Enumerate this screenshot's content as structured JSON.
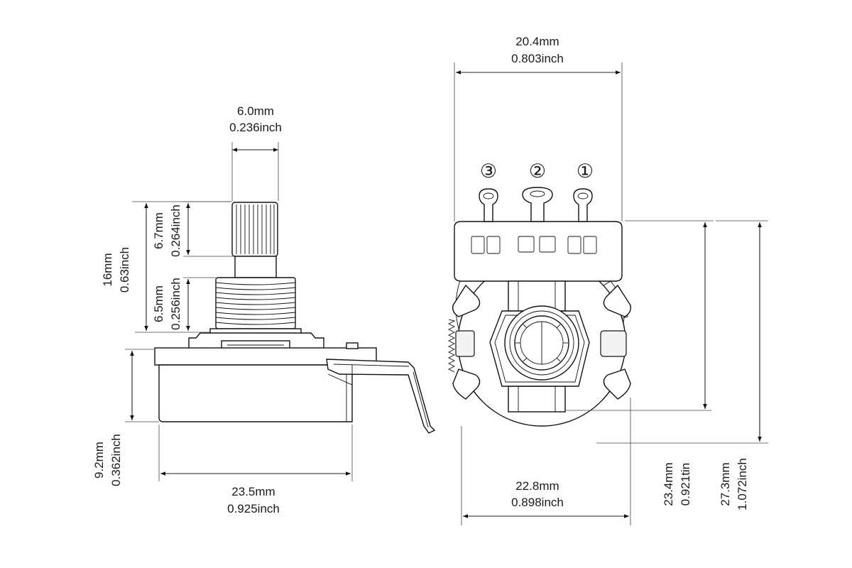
{
  "side_view": {
    "shaft_width": {
      "mm": "6.0mm",
      "inch": "0.236inch"
    },
    "total_height": {
      "mm": "16mm",
      "inch": "0.63inch"
    },
    "knurl_length": {
      "mm": "6.7mm",
      "inch": "0.264inch"
    },
    "thread_length": {
      "mm": "6.5mm",
      "inch": "0.256inch"
    },
    "body_height": {
      "mm": "9.2mm",
      "inch": "0.362inch"
    },
    "body_width": {
      "mm": "23.5mm",
      "inch": "0.925inch"
    }
  },
  "front_view": {
    "lug_span": {
      "mm": "20.4mm",
      "inch": "0.803inch"
    },
    "body_diameter": {
      "mm": "22.8mm",
      "inch": "0.898inch"
    },
    "height_a": {
      "mm": "23.4mm",
      "inch": "0.921tin"
    },
    "height_b": {
      "mm": "27.3mm",
      "inch": "1.072inch"
    },
    "pins": [
      "③",
      "②",
      "①"
    ]
  }
}
